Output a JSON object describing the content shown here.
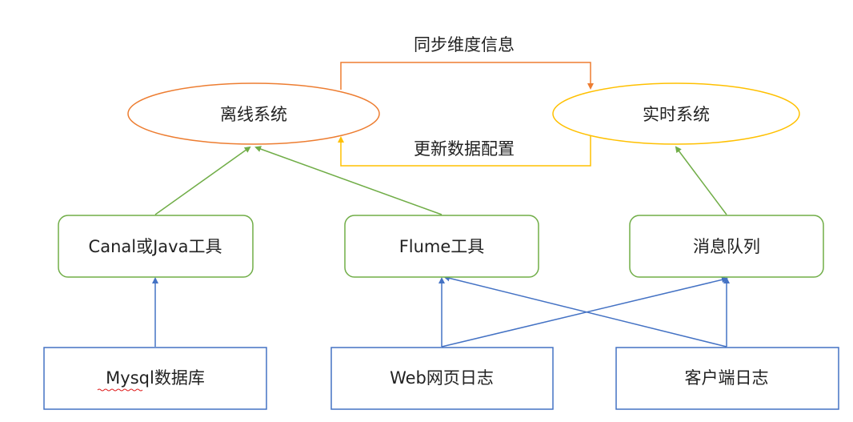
{
  "colors": {
    "offline": "#ED7D31",
    "realtime": "#FFC000",
    "tool": "#70AD47",
    "source": "#4472C4",
    "text": "#222222",
    "spellcheck": "#E02020"
  },
  "nodes": {
    "offline_system": {
      "label": "离线系统",
      "shape": "ellipse"
    },
    "realtime_system": {
      "label": "实时系统",
      "shape": "ellipse"
    },
    "canal_tool": {
      "label": "Canal或Java工具",
      "shape": "rounded-rect"
    },
    "flume_tool": {
      "label": "Flume工具",
      "shape": "rounded-rect"
    },
    "message_queue": {
      "label": "消息队列",
      "shape": "rounded-rect"
    },
    "mysql_db": {
      "label": "Mysql数据库",
      "label_underlined_part": "Mysql",
      "label_rest": "数据库",
      "shape": "rect"
    },
    "web_log": {
      "label": "Web网页日志",
      "shape": "rect"
    },
    "client_log": {
      "label": "客户端日志",
      "shape": "rect"
    }
  },
  "edges": [
    {
      "from": "offline_system",
      "to": "realtime_system",
      "label": "同步维度信息"
    },
    {
      "from": "realtime_system",
      "to": "offline_system",
      "label": "更新数据配置"
    },
    {
      "from": "canal_tool",
      "to": "offline_system",
      "label": ""
    },
    {
      "from": "flume_tool",
      "to": "offline_system",
      "label": ""
    },
    {
      "from": "message_queue",
      "to": "realtime_system",
      "label": ""
    },
    {
      "from": "mysql_db",
      "to": "canal_tool",
      "label": ""
    },
    {
      "from": "web_log",
      "to": "flume_tool",
      "label": ""
    },
    {
      "from": "web_log",
      "to": "message_queue",
      "label": ""
    },
    {
      "from": "client_log",
      "to": "flume_tool",
      "label": ""
    },
    {
      "from": "client_log",
      "to": "message_queue",
      "label": ""
    }
  ]
}
